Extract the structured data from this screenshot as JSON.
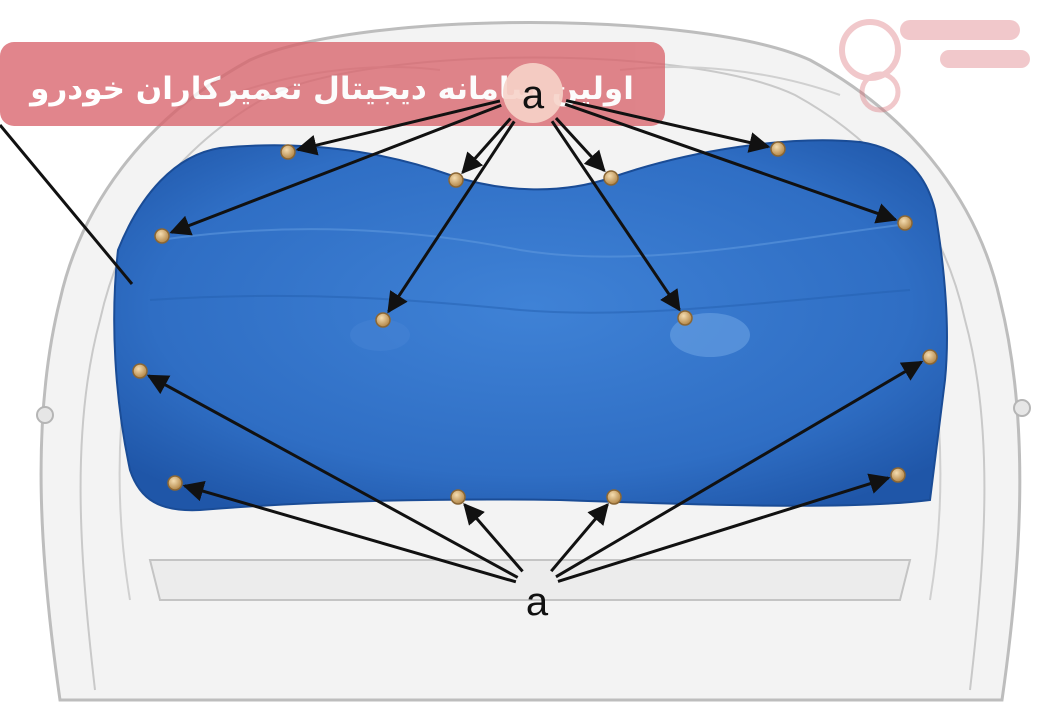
{
  "diagram": {
    "callout_top": "a",
    "callout_bottom": "a",
    "clip_count": 14,
    "colors": {
      "insulator": "#2f6ec4",
      "insulator_dark": "#1f56a8",
      "hood": "#f2f2f2",
      "hood_line": "#bdbdbd",
      "clip": "#d8b27a",
      "arrow": "#111111"
    }
  },
  "watermark": {
    "text": "اولین سامانه دیجیتال تعمیرکاران خودرو",
    "color": "#d9646c"
  }
}
